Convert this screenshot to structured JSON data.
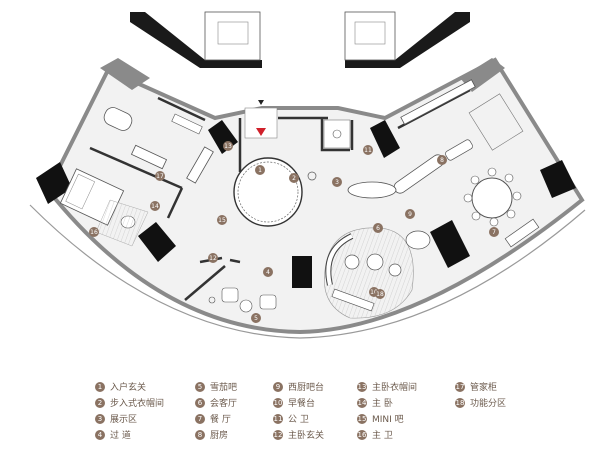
{
  "plan_markers": [
    "1",
    "2",
    "3",
    "4",
    "5",
    "6",
    "7",
    "8",
    "9",
    "10",
    "11",
    "12",
    "13",
    "14",
    "15",
    "16",
    "17",
    "18"
  ],
  "legend": [
    {
      "num": "1",
      "label": "入户玄关"
    },
    {
      "num": "2",
      "label": "步入式衣帽间"
    },
    {
      "num": "3",
      "label": "展示区"
    },
    {
      "num": "4",
      "label": "过 道"
    },
    {
      "num": "5",
      "label": "雪茄吧"
    },
    {
      "num": "6",
      "label": "会客厅"
    },
    {
      "num": "7",
      "label": "餐 厅"
    },
    {
      "num": "8",
      "label": "厨房"
    },
    {
      "num": "9",
      "label": "西厨吧台"
    },
    {
      "num": "10",
      "label": "早餐台"
    },
    {
      "num": "11",
      "label": "公 卫"
    },
    {
      "num": "12",
      "label": "主卧玄关"
    },
    {
      "num": "13",
      "label": "主卧衣帽间"
    },
    {
      "num": "14",
      "label": "主 卧"
    },
    {
      "num": "15",
      "label": "MINI 吧"
    },
    {
      "num": "16",
      "label": "主 卫"
    },
    {
      "num": "17",
      "label": "管家柜"
    },
    {
      "num": "18",
      "label": "功能分区"
    }
  ],
  "colors": {
    "wall": "#1a1a1a",
    "outer_wall": "#8a8a8a",
    "marker": "#8a7262",
    "legend_text": "#6b5a4c",
    "arrow": "#d0202a"
  }
}
